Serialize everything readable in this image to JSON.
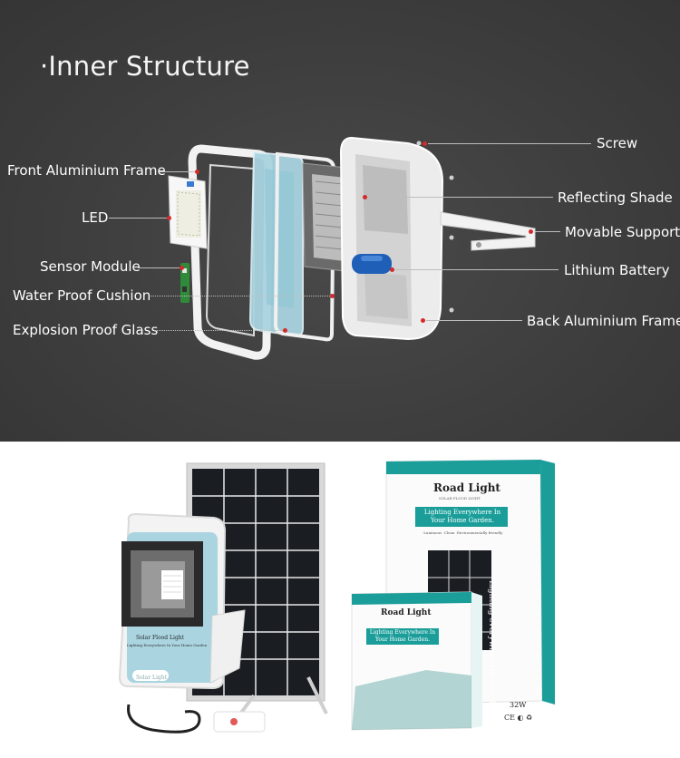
{
  "section_title": "·Inner Structure",
  "labels": {
    "front_frame": "Front Aluminium Frame",
    "led": "LED",
    "sensor": "Sensor Module",
    "cushion": "Water Proof Cushion",
    "glass": "Explosion Proof Glass",
    "screw": "Screw",
    "shade": "Reflecting Shade",
    "support": "Movable Support",
    "battery": "Lithium Battery",
    "back_frame": "Back Aluminium Frame"
  },
  "lamp": {
    "brand": "Solar Flood Light",
    "tagline": "Lighting Everywhere In Your Home Garden",
    "badge": "Solar Light"
  },
  "box": {
    "brand": "Road Light",
    "brand_sub": "SOLAR FLOOD LIGHT",
    "headline_1": "Lighting Everywhere In",
    "headline_2": "Your Home Garden.",
    "features": "·Luminous  ·Clean  ·Environmentally friendly",
    "side_text": "Lighting everywhere in your home garden.",
    "small_brand": "Road Light",
    "small_headline_1": "Lighting Everywhere In",
    "small_headline_2": "Your Home Garden.",
    "wattage": "32W",
    "certs": "CE ◐ ♻"
  },
  "colors": {
    "bg_dark": "#3e3e3e",
    "accent_teal": "#1b9e9a",
    "lamp_blue": "#a9d4e0",
    "marker_red": "#d32a2a"
  }
}
